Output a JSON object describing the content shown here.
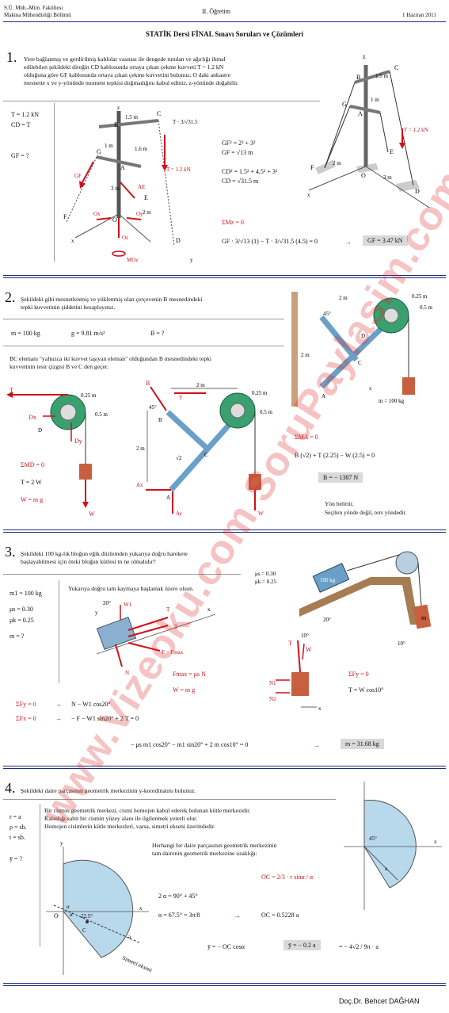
{
  "header": {
    "univ_line1": "S.Ü. Müh.-Mim. Fakültesi",
    "univ_line2": "Makina Mühendisliği Bölümü",
    "center": "II. Öğretim",
    "date": "1 Haziran 2011",
    "title": "STATİK Dersi FİNAL Sınavı Soruları ve Çözümleri"
  },
  "q1": {
    "num": "1.",
    "text1": "Yere bağlanmış ve gerdirilmiş kablolar vasıtası ile dengede tutulan ve ağırlığı ihmal",
    "text2": "edilebilen şekildeki direğin CD kablosunda ortaya çıkan çekme kuvveti T = 1.2 kN",
    "text3": "olduğuna göre GF kablosunda ortaya çıkan çekme kuvvetini bulunuz. O daki ankastre",
    "text4": "mesnette x ve y-yönünde moment tepkisi doğmadığını kabul ediniz. z-yönünde doğabilir.",
    "given_T": "T = 1.2 kN",
    "given_CD": "CD = T",
    "given_GF": "GF = ?",
    "eq1": "GF² = 2² + 3²",
    "eq2": "GF = √13 m",
    "eq3": "CD² = 1.5² + 4.5² + 3²",
    "eq4": "CD = √31.5 m",
    "eq5": "ΣMz = 0",
    "eq6": "GF · 3/√13 (1) − T · 3/√31.5 (4.5) = 0",
    "arrow": "→",
    "answer": "GF = 3.47 kN",
    "lbl_T_frac": "T · 3/√31.5",
    "lbl_T12": "T = 1.2 kN",
    "lbl_15m": "1.5 m",
    "lbl_1m": "1 m",
    "lbl_16m": "1.6 m",
    "lbl_2m": "2 m",
    "lbl_3m": "3 m",
    "lbl_GF": "GF",
    "lbl_AE": "AE",
    "lbl_Ox": "Ox",
    "lbl_Oy": "Oy",
    "lbl_Oz": "Oz",
    "lbl_MOz": "MOz",
    "pt_B": "B",
    "pt_C": "C",
    "pt_G": "G",
    "pt_A": "A",
    "pt_E": "E",
    "pt_F": "F",
    "pt_O": "O",
    "pt_D": "D",
    "ax_x": "x",
    "ax_y": "y",
    "ax_z": "z"
  },
  "q2": {
    "num": "2.",
    "text1": "Şekildeki gibi mesnetlenmiş ve yüklenmiş olan çerçevenin B mesnedindeki",
    "text2": "tepki kuvvetinin şiddetini hesaplayınız.",
    "given_m": "m = 100 kg",
    "given_g": "g = 9.81 m/s²",
    "given_B": "B = ?",
    "note1": "BC elemanı \"yalnızca iki kuvvet taşıyan eleman\" olduğundan B mesnedindeki tepki",
    "note2": "kuvvetinin tesir çizgisi B ve C den geçer.",
    "eq_MD": "ΣMD = 0",
    "eq_T": "T = 2 W",
    "eq_W": "W = m g",
    "eq_MA": "ΣMA = 0",
    "eq_main": "B (√2) + T (2.25) − W (2.5) = 0",
    "answer": "B = − 1387 N",
    "note_dir1": "Yön belirtir.",
    "note_dir2": "Seçilen yönde değil, ters yöndedir.",
    "lbl_025": "0.25 m",
    "lbl_05": "0.5 m",
    "lbl_2m": "2 m",
    "lbl_45": "45°",
    "lbl_sqrt2": "√2",
    "lbl_m100": "m = 100 kg",
    "lbl_T": "T",
    "lbl_W": "W",
    "lbl_B": "B",
    "lbl_Dx": "Dx",
    "lbl_Dy": "Dy",
    "lbl_Ax": "Ax",
    "lbl_Ay": "Ay",
    "pt_A": "A",
    "pt_C": "C",
    "pt_D": "D",
    "lbl_x": "x"
  },
  "q3": {
    "num": "3.",
    "text1": "Şekildeki 100 kg-lık bloğun eğik düzlemden yukarıya doğru harekete",
    "text2": "başlayabilmesi için öteki bloğun kütlesi m ne olmalıdır?",
    "given_m1": "m1 = 100 kg",
    "given_mus": "μs = 0.30",
    "given_muk": "μk = 0.25",
    "given_m": "m = ?",
    "note": "Yukarıya doğru tam kaymaya başlamak üzere olsun.",
    "lbl_20": "20°",
    "lbl_W1": "W1",
    "lbl_T": "T",
    "lbl_F": "F = Fmax",
    "lbl_N": "N",
    "eq_Fmax": "Fmax = μs N",
    "eq_W": "W = m g",
    "eq_Fy": "ΣFy = 0",
    "eq_Fy_r": "N − W1 cos20°",
    "eq_Fx": "ΣFx = 0",
    "eq_Fx_r": "− F − W1 sin20° + 2 T = 0",
    "eq_main": "− μs m1 cos20° − m1 sin20° + 2 m cos10° = 0",
    "answer": "m = 31.68 kg",
    "eq_Fy2": "ΣFy = 0",
    "eq_TW": "T = W cos10°",
    "lbl_mus": "μs = 0.30",
    "lbl_muk": "μk = 0.25",
    "lbl_100kg": "100 kg",
    "lbl_10": "10°",
    "lbl_m": "m",
    "lbl_N1": "N1",
    "lbl_N2": "N2",
    "lbl_W": "W",
    "lbl_x": "x",
    "lbl_y": "y",
    "lbl_one": "1"
  },
  "q4": {
    "num": "4.",
    "text": "Şekildeki daire parçasının geometrik merkezinin y-koordinatını bulunuz.",
    "given_r": "r = a",
    "given_rho": "ρ = sb.",
    "given_t": "t = sb.",
    "given_y": "ȳ = ?",
    "p1": "Bir cismin geometrik merkezi, cismi homojen kabul ederek bulunan kütle merkezidir.",
    "p2": "Kalınlığı sabit bir cismin yüzey alanı ile ilgilenmek yeterli olur.",
    "p3": "Homojen cisimlerin kütle merkezleri, varsa, simetri ekseni üzerindedir.",
    "p4": "Herhangi bir daire parçasının geometrik merkezinin",
    "p5": "tam dairenin geometrik merkezine uzaklığı:",
    "eq_OC": "OC = 2/3 · r sinα / α",
    "eq_2a": "2 α = 90° + 45°",
    "eq_a": "α = 67.5° = 3π/8",
    "eq_OC2": "OC = 0.5228 a",
    "eq_y": "ȳ = − OC cosα",
    "answer": "ȳ = − 0.2 a",
    "eq_y2": "= − 4√2 / 9π · a",
    "lbl_sym": "Simetri ekseni",
    "lbl_225": "22.5°",
    "lbl_45": "45°",
    "lbl_a": "a",
    "lbl_O": "O",
    "lbl_C": "C",
    "lbl_x": "x",
    "lbl_y": "y",
    "lbl_alpha": "α",
    "arrow": "→"
  },
  "watermark": "www.Vizeoku.com SoruPaylasim.com",
  "footer": {
    "author": "Doç.Dr. Behcet DAĞHAN"
  }
}
